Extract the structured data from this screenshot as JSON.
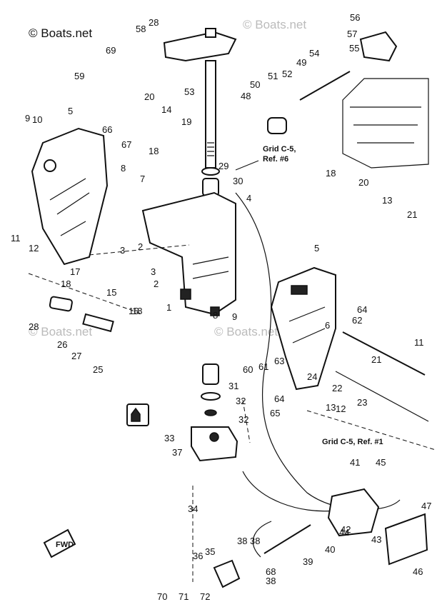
{
  "watermark": {
    "main": "© Boats.net",
    "faint": [
      "© Boats.net",
      "© Boats.net",
      "© Boats.net"
    ]
  },
  "notes": {
    "grid_c5_ref6_line1": "Grid C-5,",
    "grid_c5_ref6_line2": "Ref. #6",
    "grid_c5_ref1": "Grid C-5, Ref. #1",
    "fwd": "FWD"
  },
  "callouts": [
    "1",
    "2",
    "2",
    "3",
    "3",
    "4",
    "5",
    "5",
    "6",
    "7",
    "8",
    "8",
    "9",
    "9",
    "10",
    "11",
    "11",
    "12",
    "12",
    "13",
    "13",
    "14",
    "15",
    "16",
    "17",
    "18",
    "18",
    "18",
    "18",
    "19",
    "20",
    "20",
    "21",
    "21",
    "22",
    "23",
    "24",
    "25",
    "26",
    "27",
    "28",
    "28",
    "29",
    "30",
    "31",
    "32",
    "32",
    "33",
    "34",
    "35",
    "36",
    "37",
    "38",
    "38",
    "38",
    "39",
    "40",
    "41",
    "42",
    "43",
    "44",
    "45",
    "46",
    "47",
    "48",
    "49",
    "50",
    "51",
    "52",
    "53",
    "54",
    "55",
    "56",
    "57",
    "58",
    "59",
    "60",
    "61",
    "62",
    "63",
    "64",
    "64",
    "65",
    "66",
    "67",
    "68",
    "69",
    "70",
    "71",
    "72"
  ]
}
